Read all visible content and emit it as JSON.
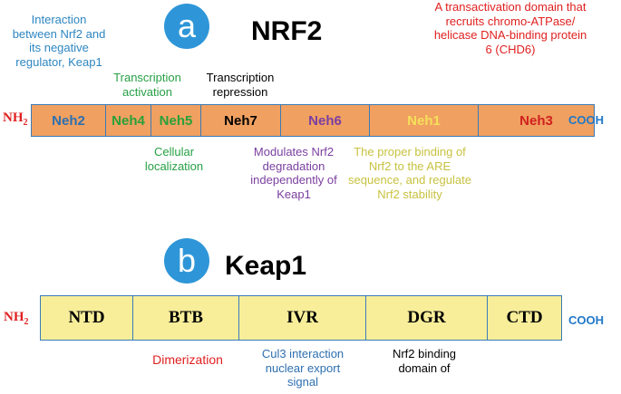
{
  "panel_a": {
    "letter": "a",
    "title": "NRF2",
    "nh2": "NH",
    "nh2_sub": "2",
    "cooh": "COOH",
    "domains": [
      "Neh2",
      "Neh4",
      "Neh5",
      "Neh7",
      "Neh6",
      "Neh1",
      "Neh3"
    ],
    "annotations": {
      "keap1_interaction": "Interaction between Nrf2 and its negative regulator, Keap1",
      "transcription_activation": "Transcription activation",
      "transcription_repression": "Transcription repression",
      "transactivation": "A transactivation domain that recruits chromo-ATPase/ helicase DNA-binding protein 6 (CHD6)",
      "cellular_localization": "Cellular localization",
      "degradation": "Modulates Nrf2 degradation independently of Keap1",
      "binding_are": "The proper binding of Nrf2 to the ARE sequence, and regulate Nrf2 stability"
    }
  },
  "panel_b": {
    "letter": "b",
    "title": "Keap1",
    "nh2": "NH",
    "nh2_sub": "2",
    "cooh": "COOH",
    "domains": [
      "NTD",
      "BTB",
      "IVR",
      "DGR",
      "CTD"
    ],
    "annotations": {
      "dimerization": "Dimerization",
      "cul3": "Cul3 interaction nuclear export signal",
      "nrf2_binding": "Nrf2 binding domain of"
    }
  },
  "colors": {
    "circle": "#2E96D8",
    "nrf2_bar": "#F0A060",
    "keap1_bar": "#F8EE9A",
    "border": "#3A7BB8",
    "nh2": "#E02020",
    "cooh": "#1F78C8",
    "neh2": "#2D6FB0",
    "neh4": "#2AA03A",
    "neh5": "#2AA03A",
    "neh7": "#000000",
    "neh6": "#7B3FA0",
    "neh1": "#F5E05A",
    "neh3": "#D02020",
    "ann_blue": "#2E86C1",
    "ann_green": "#27A045",
    "ann_black": "#000000",
    "ann_red": "#E02020",
    "ann_purple": "#7B3FA0",
    "ann_yellow": "#C8C240"
  }
}
